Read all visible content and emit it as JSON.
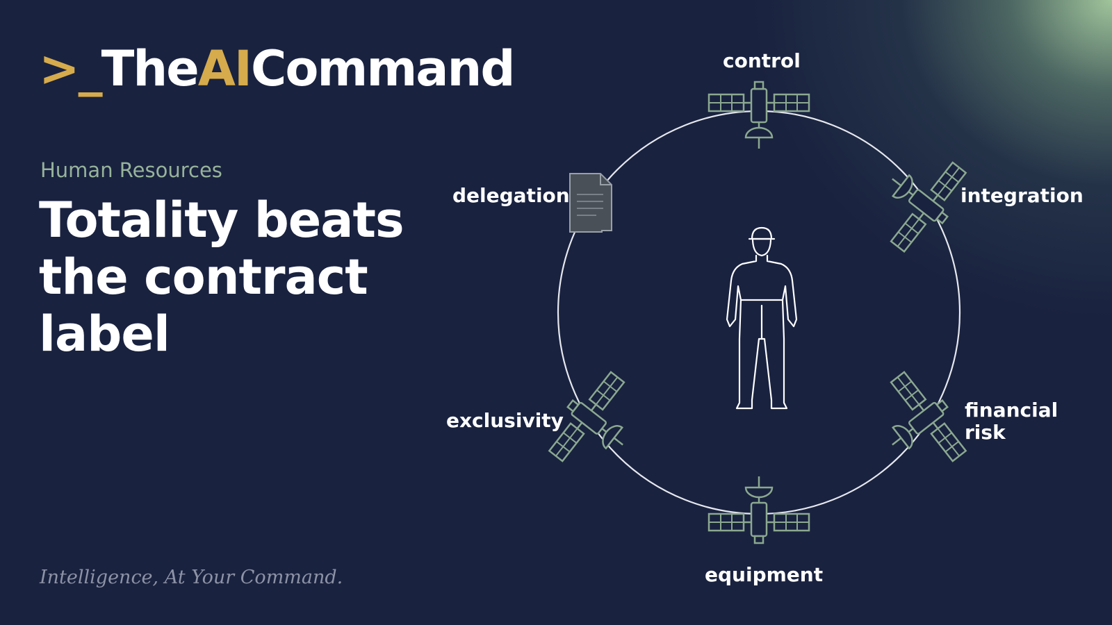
{
  "brand": {
    "prompt": ">_",
    "part1": "The",
    "part2": "AI",
    "part3": "Command"
  },
  "category": "Human Resources",
  "headline": "Totality beats the contract label",
  "tagline": "Intelligence, At Your Command.",
  "diagram": {
    "center": "worker-figure-icon",
    "nodes": [
      {
        "label": "control",
        "icon": "satellite-icon"
      },
      {
        "label": "integration",
        "icon": "satellite-icon"
      },
      {
        "label": "financial risk",
        "icon": "satellite-icon"
      },
      {
        "label": "equipment",
        "icon": "satellite-icon"
      },
      {
        "label": "exclusivity",
        "icon": "satellite-icon"
      },
      {
        "label": "delegation",
        "icon": "document-icon"
      }
    ]
  },
  "colors": {
    "background": "#19223f",
    "accent_gold": "#d6ab4c",
    "accent_green": "#97b39b",
    "satellite_stroke": "#8ba890",
    "glow": "#a8cda0"
  }
}
